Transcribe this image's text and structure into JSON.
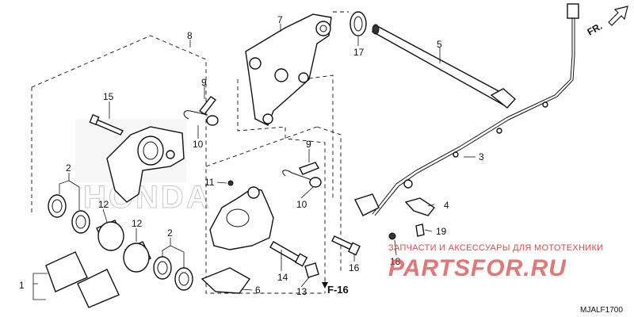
{
  "callouts": {
    "c1": "1",
    "c2a": "2",
    "c2b": "2",
    "c3": "3",
    "c4": "4",
    "c5": "5",
    "c6": "6",
    "c7": "7",
    "c8": "8",
    "c9a": "9",
    "c9b": "9",
    "c10a": "10",
    "c10b": "10",
    "c11": "11",
    "c12a": "12",
    "c12b": "12",
    "c13": "13",
    "c14": "14",
    "c15": "15",
    "c16": "16",
    "c17": "17",
    "c18": "18",
    "c19": "19"
  },
  "direction_label": "FR.",
  "reference": "F-16",
  "diagram_code": "MJALF1700",
  "watermark": {
    "tagline": "ЗАПЧАСТИ И АКСЕССУАРЫ ДЛЯ МОТОТЕХНИКИ",
    "brand": "PARTSFOR.RU",
    "honda": "HONDA"
  },
  "colors": {
    "line": "#111111",
    "watermark_red": "#d94a4a",
    "watermark_gray": "#c9c9c9"
  }
}
